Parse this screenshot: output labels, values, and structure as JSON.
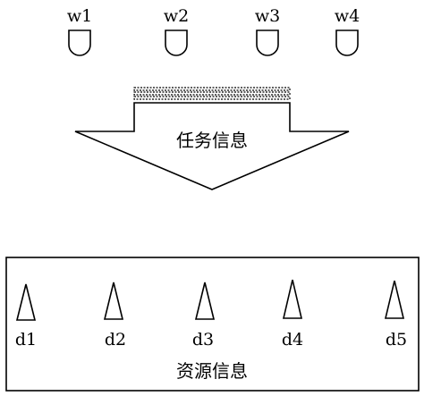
{
  "workers": [
    {
      "label": "w1"
    },
    {
      "label": "w2"
    },
    {
      "label": "w3"
    },
    {
      "label": "w4"
    }
  ],
  "task_arrow": {
    "label": "任务信息"
  },
  "resources": {
    "title": "资源信息",
    "items": [
      {
        "label": "d1"
      },
      {
        "label": "d2"
      },
      {
        "label": "d3"
      },
      {
        "label": "d4"
      },
      {
        "label": "d5"
      }
    ]
  }
}
